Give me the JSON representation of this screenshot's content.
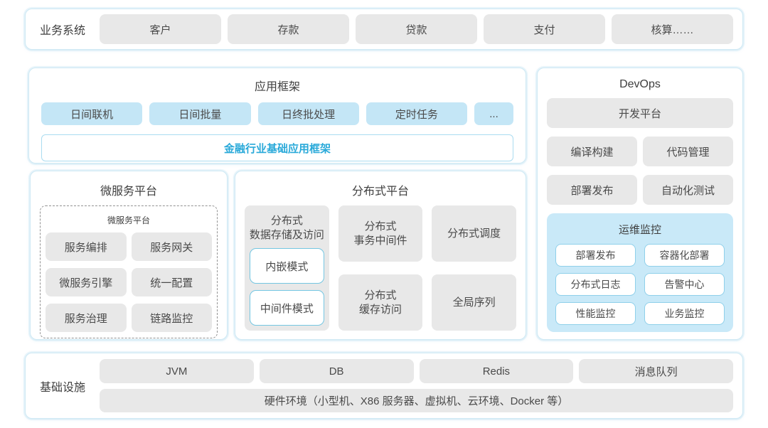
{
  "colors": {
    "panel_border": "#cfe9f4",
    "gray_block": "#e8e8e8",
    "blue_block": "#c4e6f6",
    "ops_panel_bg": "#c9e9f8",
    "accent_text": "#29a9d9",
    "body_text": "#4a4a4a"
  },
  "business_systems": {
    "label": "业务系统",
    "items": [
      "客户",
      "存款",
      "贷款",
      "支付",
      "核算……"
    ]
  },
  "app_framework": {
    "title": "应用框架",
    "items": [
      "日间联机",
      "日间批量",
      "日终批处理",
      "定时任务",
      "..."
    ],
    "base_bar": "金融行业基础应用框架"
  },
  "devops": {
    "title": "DevOps",
    "dev_platform": "开发平台",
    "tools": [
      "编译构建",
      "代码管理",
      "部署发布",
      "自动化测试"
    ],
    "ops_monitor": {
      "title": "运维监控",
      "items": [
        "部署发布",
        "容器化部署",
        "分布式日志",
        "告警中心",
        "性能监控",
        "业务监控"
      ]
    }
  },
  "microservice_platform": {
    "title": "微服务平台",
    "inner_title": "微服务平台",
    "items": [
      "服务编排",
      "服务网关",
      "微服务引擎",
      "统一配置",
      "服务治理",
      "链路监控"
    ]
  },
  "distributed_platform": {
    "title": "分布式平台",
    "storage": {
      "title": "分布式\n数据存储及访问",
      "modes": [
        "内嵌模式",
        "中间件模式"
      ]
    },
    "cells": [
      "分布式\n事务中间件",
      "分布式调度",
      "分布式\n缓存访问",
      "全局序列"
    ]
  },
  "infrastructure": {
    "label": "基础设施",
    "items": [
      "JVM",
      "DB",
      "Redis",
      "消息队列"
    ],
    "hardware_bar": "硬件环境（小型机、X86 服务器、虚拟机、云环境、Docker 等）"
  }
}
